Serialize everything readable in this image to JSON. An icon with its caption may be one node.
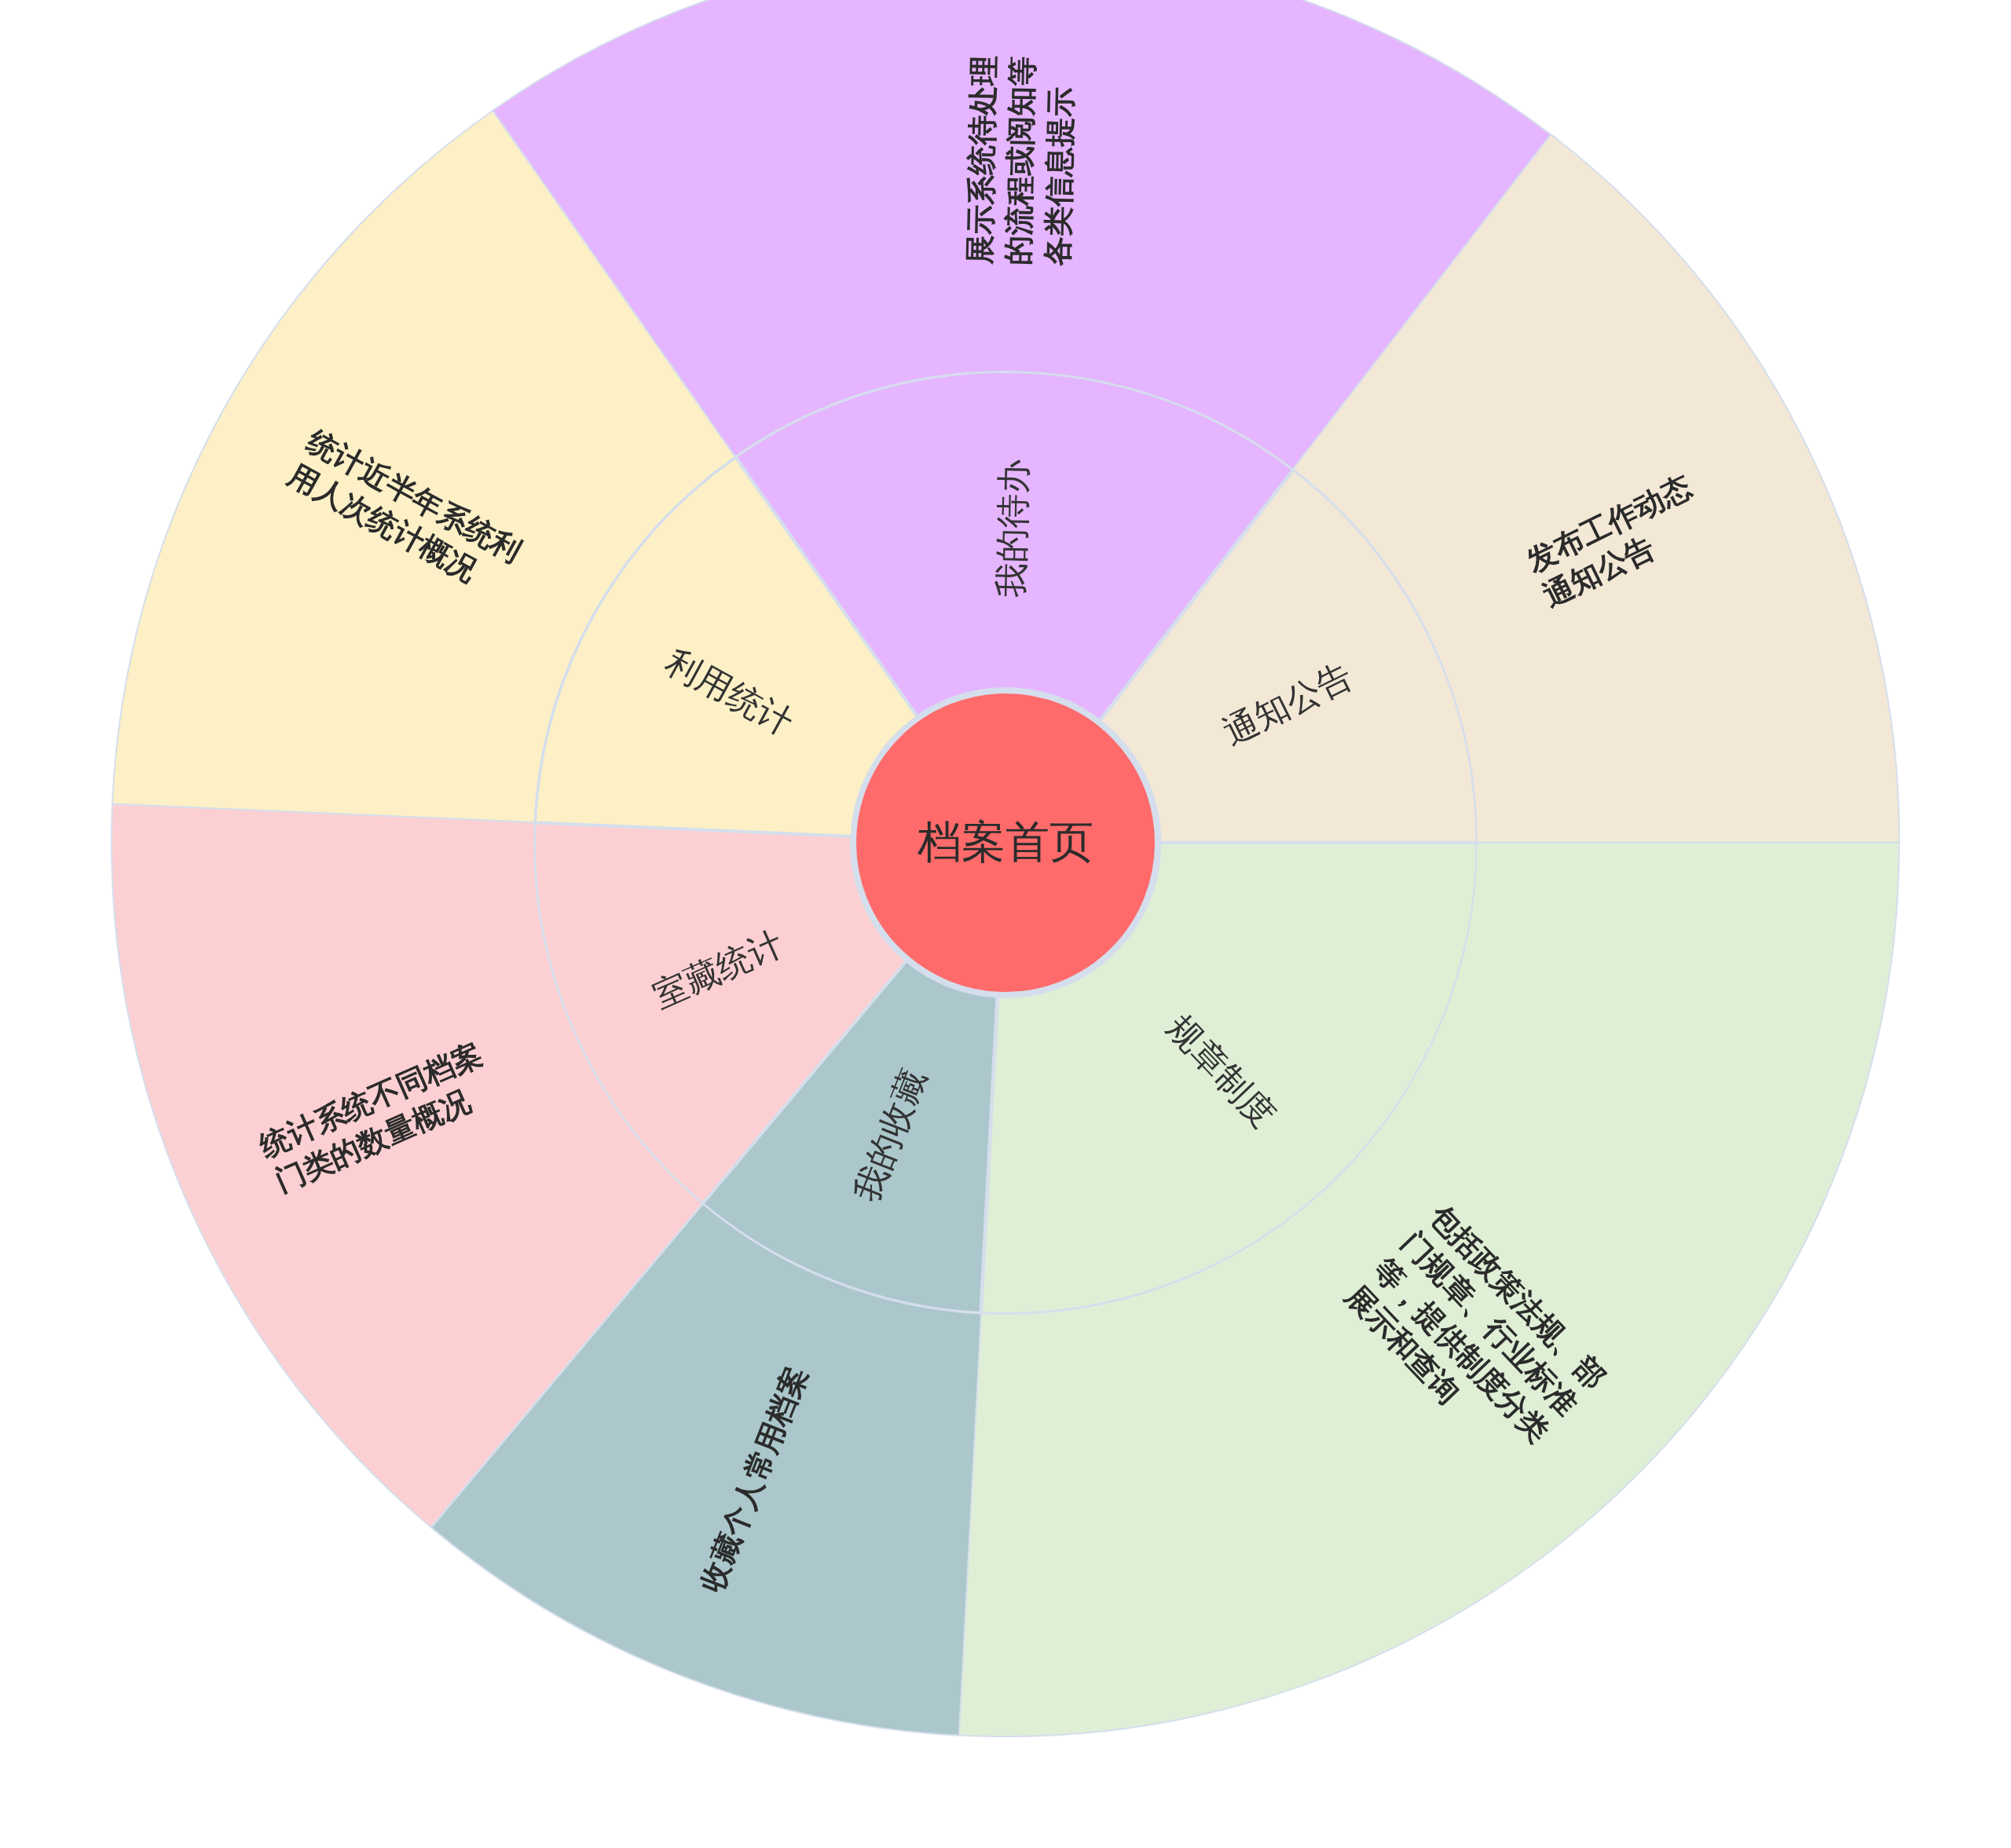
{
  "diagram": {
    "nodes": [
      {
        "text": [
          "档案首页"
        ]
      },
      {
        "text": [
          "我的待办"
        ]
      },
      {
        "text": [
          "展示系统待处理的流程或阅知等各类信息提示"
        ]
      },
      {
        "text": [
          "通知公告"
        ]
      },
      {
        "text": [
          "发布工作动态通知公告"
        ]
      },
      {
        "text": [
          "规章制度"
        ]
      },
      {
        "text": [
          "包括政策法规、部门规章、行业标准等，提供制度分类展示和查询"
        ]
      },
      {
        "text": [
          "我的收藏"
        ]
      },
      {
        "text": [
          "收藏个人常用档案"
        ]
      },
      {
        "text": [
          "室藏统计"
        ]
      },
      {
        "text": [
          "统计系统不同档案门类的数量概况"
        ]
      },
      {
        "text": [
          "利用统计"
        ]
      },
      {
        "text": [
          "统计近半年系统利用人次统计概况"
        ]
      }
    ]
  }
}
